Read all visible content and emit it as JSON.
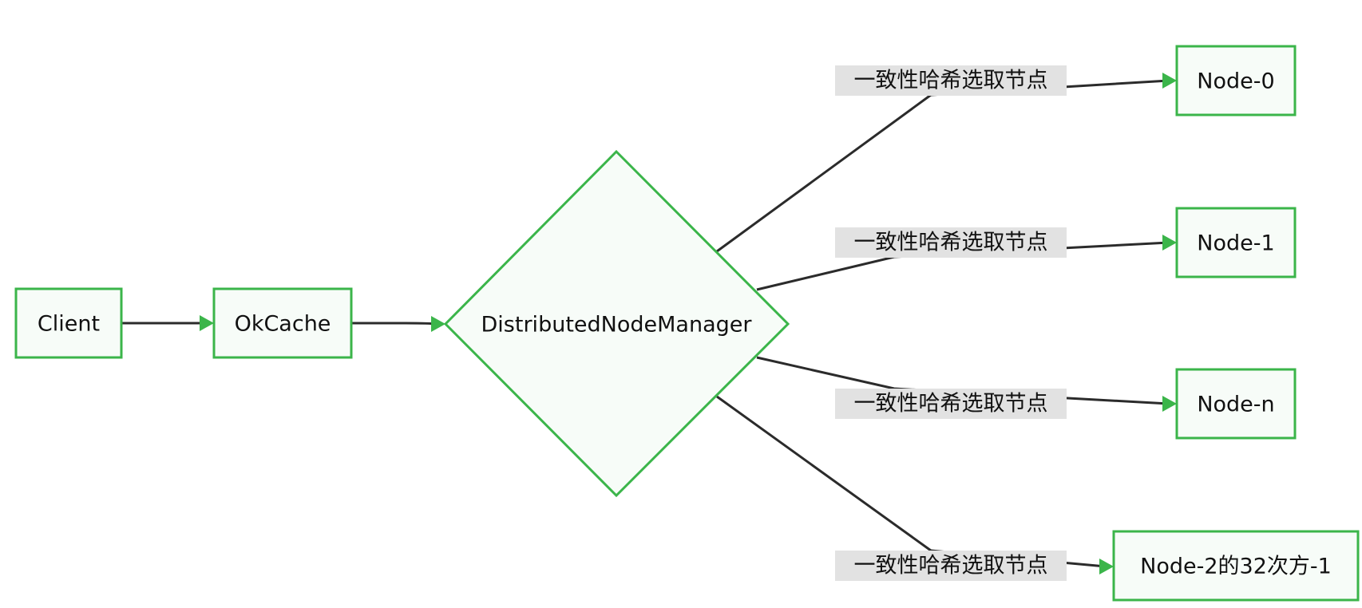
{
  "nodes": {
    "client": "Client",
    "okcache": "OkCache",
    "manager": "DistributedNodeManager",
    "node0": "Node-0",
    "node1": "Node-1",
    "noden": "Node-n",
    "nodelast": "Node-2的32次方-1"
  },
  "edges": {
    "label0": "一致性哈希选取节点",
    "label1": "一致性哈希选取节点",
    "labeln": "一致性哈希选取节点",
    "labellast": "一致性哈希选取节点"
  },
  "colors": {
    "node_border": "#3bb54a",
    "node_fill": "#f7fcf8",
    "edge": "#2b2b2b",
    "label_bg": "#e2e2e2"
  }
}
